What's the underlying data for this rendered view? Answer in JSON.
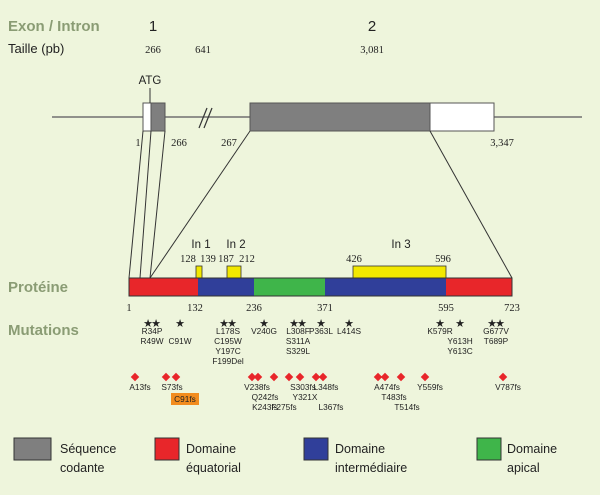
{
  "headers": {
    "exon_intron": "Exon / Intron",
    "taille": "Taille (pb)",
    "proteine": "Protéine",
    "mutations": "Mutations"
  },
  "exons": [
    {
      "label": "1",
      "size": "266"
    },
    {
      "label": "2",
      "size": "3,081"
    }
  ],
  "intron_size": "641",
  "gene": {
    "atg": "ATG",
    "pos_1": "1",
    "pos_266": "266",
    "pos_267": "267",
    "pos_end": "3,347",
    "colors": {
      "coding": "#7f7f7f",
      "utr": "#ffffff",
      "line": "#707070"
    }
  },
  "protein": {
    "ticks": [
      "1",
      "132",
      "236",
      "371",
      "595",
      "723"
    ],
    "domains": [
      {
        "name": "equatorial",
        "start": 1,
        "end": 132,
        "color": "#e8262a"
      },
      {
        "name": "intermediate",
        "start": 132,
        "end": 236,
        "color": "#303f9a"
      },
      {
        "name": "apical",
        "start": 236,
        "end": 371,
        "color": "#3fb54a"
      },
      {
        "name": "intermediate",
        "start": 371,
        "end": 595,
        "color": "#303f9a"
      },
      {
        "name": "equatorial",
        "start": 595,
        "end": 723,
        "color": "#e8262a"
      }
    ],
    "inserts": [
      {
        "label": "In 1",
        "start_label": "128",
        "end_label": "139",
        "color": "#f2e800"
      },
      {
        "label": "In 2",
        "start_label": "187",
        "end_label": "212",
        "color": "#f2e800"
      },
      {
        "label": "In 3",
        "start_label": "426",
        "end_label": "596",
        "color": "#f2e800"
      }
    ]
  },
  "missense": {
    "groups": [
      {
        "stars": 2,
        "labels": [
          "R34P",
          "R49W"
        ]
      },
      {
        "stars": 1,
        "labels": [
          "C91W"
        ]
      },
      {
        "stars": 2,
        "labels": [
          "L178S",
          "C195W",
          "Y197C",
          "F199Del"
        ]
      },
      {
        "stars": 1,
        "labels": [
          "V240G"
        ]
      },
      {
        "stars": 2,
        "labels": [
          "L308F",
          "S311A",
          "S329L"
        ]
      },
      {
        "stars": 1,
        "labels": [
          "P363L"
        ]
      },
      {
        "stars": 1,
        "labels": [
          "L414S"
        ]
      },
      {
        "stars": 1,
        "labels": [
          "K579R"
        ]
      },
      {
        "stars": 1,
        "labels": [
          "Y613H",
          "Y613C"
        ]
      },
      {
        "stars": 2,
        "labels": [
          "G677V",
          "T689P"
        ]
      }
    ]
  },
  "frameshift": {
    "diamond_color": "#e8262a",
    "highlight_color": "#f28c1e",
    "labels": [
      "A13fs",
      "S73fs",
      "C91fs",
      "V238fs",
      "Q242fs",
      "K243fs",
      "F275fs",
      "S303fs",
      "Y321X",
      "L348fs",
      "L367fs",
      "A474fs",
      "T483fs",
      "T514fs",
      "Y559fs",
      "V787fs"
    ]
  },
  "legend": [
    {
      "line1": "Séquence",
      "line2": "codante",
      "color": "#7f7f7f"
    },
    {
      "line1": "Domaine",
      "line2": "équatorial",
      "color": "#e8262a"
    },
    {
      "line1": "Domaine",
      "line2": "intermédiaire",
      "color": "#303f9a"
    },
    {
      "line1": "Domaine",
      "line2": "apical",
      "color": "#3fb54a"
    }
  ]
}
